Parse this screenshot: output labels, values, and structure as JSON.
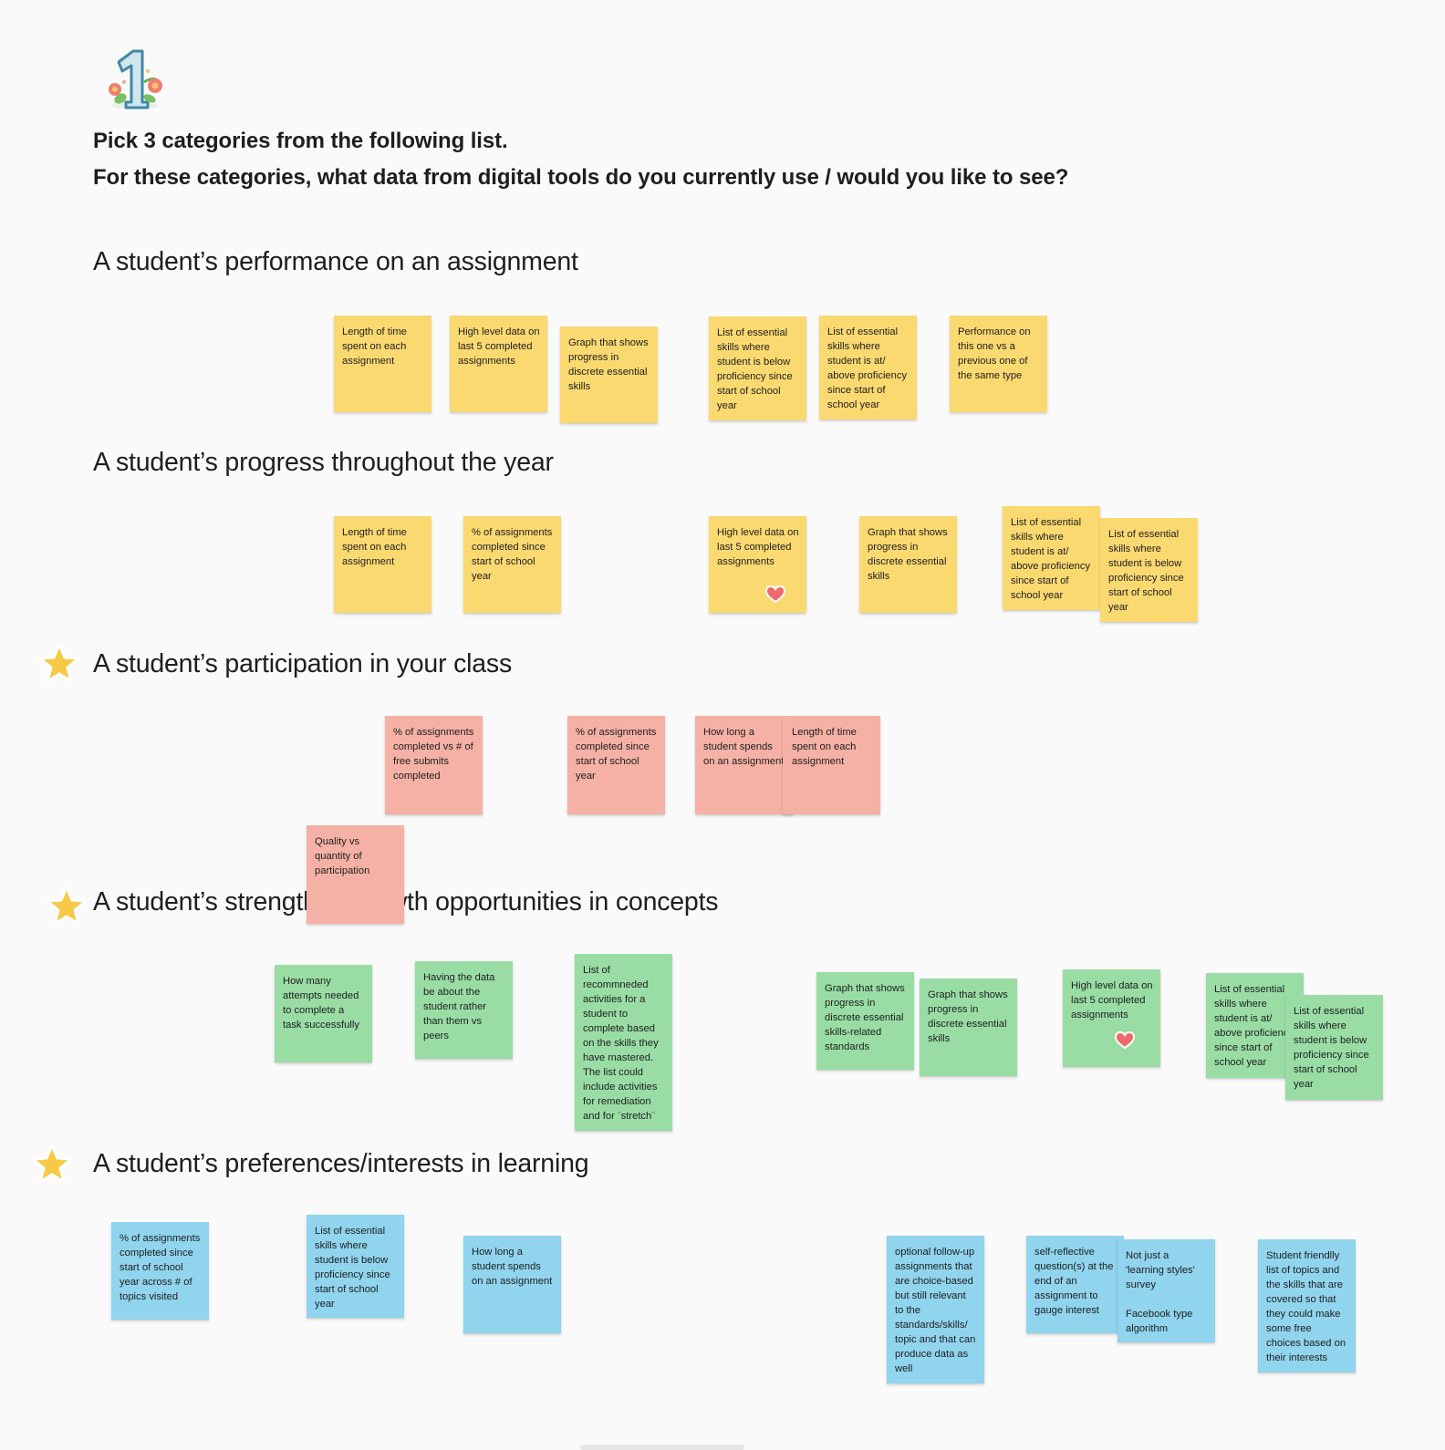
{
  "icons": {
    "number_badge": "number-one-with-flowers-icon",
    "star": "star-icon",
    "heart": "heart-icon"
  },
  "colors": {
    "yellow": "#fad971",
    "pink": "#f5b1a5",
    "green": "#99dda5",
    "blue": "#90d4ed",
    "star": "#f7c948",
    "heart": "#ee6a6a"
  },
  "header": {
    "line1": "Pick 3 categories from the following list.",
    "line2": "For these categories, what data from digital tools do you currently use / would you like to see?"
  },
  "sections": [
    {
      "title": "A student’s performance on an assignment",
      "starred": false,
      "color": "yellow",
      "stickies": [
        {
          "text": "Length of time spent on each assignment"
        },
        {
          "text": "High level data on last 5 completed assignments"
        },
        {
          "text": "Graph that shows progress in discrete essential skills"
        },
        {
          "text": "List of essential skills where student is below proficiency since start of school year"
        },
        {
          "text": "List of essential skills where student is at/ above proficiency since start of school year"
        },
        {
          "text": "Performance on this one vs a previous one of the same type"
        }
      ]
    },
    {
      "title": "A student’s progress throughout the year",
      "starred": false,
      "color": "yellow",
      "stickies": [
        {
          "text": "Length of time spent on each assignment"
        },
        {
          "text": "% of assignments completed since start of school year"
        },
        {
          "text": "High level data on last 5 completed assignments",
          "reaction": "heart"
        },
        {
          "text": "Graph that shows progress in discrete essential skills"
        },
        {
          "text": "List of essential skills where student is at/ above proficiency since start of school year"
        },
        {
          "text": "List of essential skills where student is below proficiency since start of school year"
        }
      ]
    },
    {
      "title": "A student’s participation in your class",
      "starred": true,
      "color": "pink",
      "stickies": [
        {
          "text": "% of assignments completed vs # of free submits completed"
        },
        {
          "text": "% of assignments completed since start of school year"
        },
        {
          "text": "How long a student spends on an assignment"
        },
        {
          "text": "Length of time spent on each assignment"
        },
        {
          "text": "Quality vs quantity of participation"
        }
      ]
    },
    {
      "title": "A student’s strengths / growth opportunities in concepts",
      "starred": true,
      "color": "green",
      "stickies": [
        {
          "text": "How many attempts needed to complete a task successfully"
        },
        {
          "text": "Having the data be about the student rather than them vs peers"
        },
        {
          "text": "List of recommneded activities for a student to complete based on the skills they have mastered. The list could include activities for remediation and for ¨stretch¨"
        },
        {
          "text": "Graph that shows progress in discrete essential skills-related standards"
        },
        {
          "text": "Graph that shows progress in discrete essential skills"
        },
        {
          "text": "High level data on last 5 completed assignments",
          "reaction": "heart"
        },
        {
          "text": "List of essential skills where student is at/ above proficiency since start of school year"
        },
        {
          "text": "List of essential skills where student is below proficiency since start of school year"
        }
      ]
    },
    {
      "title": "A student’s preferences/interests in learning",
      "starred": true,
      "color": "blue",
      "stickies": [
        {
          "text": "% of assignments completed since start of school year across # of topics visited"
        },
        {
          "text": "List of essential skills where student is below proficiency since start of school year"
        },
        {
          "text": "How long a student spends on an assignment"
        },
        {
          "text": "optional follow-up assignments that are choice-based but still relevant to the standards/skills/ topic and that can produce data as well"
        },
        {
          "text": "self-reflective question(s) at the end of an assignment to gauge interest"
        },
        {
          "text": "Not just a 'learning styles' survey\n\nFacebook type algorithm"
        },
        {
          "text": "Student friendlly list of topics and the skills that are covered so that they could make some free choices based on their interests"
        }
      ]
    }
  ]
}
